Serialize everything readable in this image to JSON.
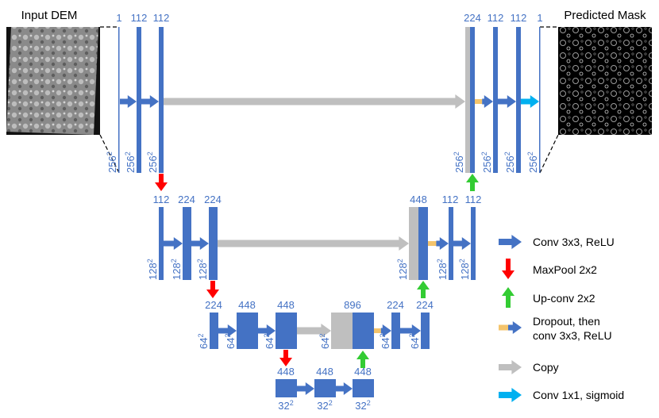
{
  "labels": {
    "input": "Input DEM",
    "output": "Predicted Mask"
  },
  "levels": {
    "l1": {
      "channels": [
        "1",
        "112",
        "112",
        "224",
        "112",
        "112",
        "1"
      ],
      "size_base": "256",
      "size_exp": "2"
    },
    "l2": {
      "channels": [
        "112",
        "224",
        "224",
        "448",
        "112",
        "112"
      ],
      "size_base": "128",
      "size_exp": "2"
    },
    "l3": {
      "channels": [
        "224",
        "448",
        "448",
        "896",
        "224",
        "224"
      ],
      "size_base": "64",
      "size_exp": "2"
    },
    "l4": {
      "channels": [
        "448",
        "448",
        "448"
      ],
      "size_base": "32",
      "size_exp": "2"
    }
  },
  "legend": [
    {
      "icon": "blue-arrow-icon",
      "lines": [
        "Conv 3x3, ReLU"
      ]
    },
    {
      "icon": "red-down-arrow-icon",
      "lines": [
        "MaxPool 2x2"
      ]
    },
    {
      "icon": "green-up-arrow-icon",
      "lines": [
        "Up-conv 2x2"
      ]
    },
    {
      "icon": "dropout-arrow-icon",
      "lines": [
        "Dropout, then",
        "conv 3x3, ReLU"
      ]
    },
    {
      "icon": "gray-arrow-icon",
      "lines": [
        "Copy"
      ]
    },
    {
      "icon": "cyan-arrow-icon",
      "lines": [
        "Conv 1x1, sigmoid"
      ]
    }
  ],
  "colors": {
    "block": "#4472c4",
    "copy": "#bfbfbf",
    "pool": "#ff0000",
    "upconv": "#33cc33",
    "dropout": "#f4c46c",
    "sigmoid": "#00b0f0",
    "text": "#4472c4"
  }
}
